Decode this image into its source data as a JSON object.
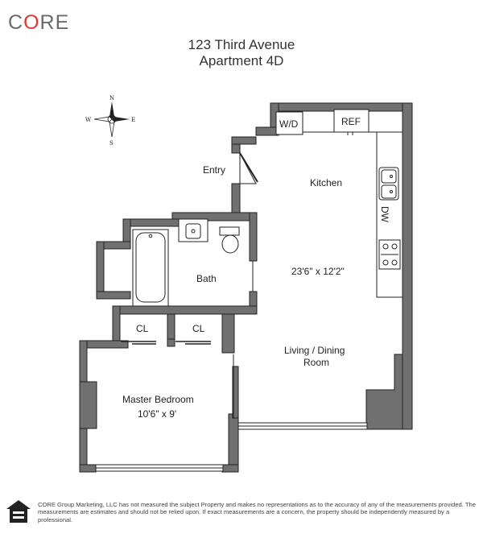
{
  "brand": {
    "logo_left": "C",
    "logo_o": "O",
    "logo_right": "RE"
  },
  "header": {
    "address": "123 Third Avenue",
    "unit": "Apartment 4D"
  },
  "compass": {
    "north": "N",
    "south": "S",
    "east": "E",
    "west": "W"
  },
  "rooms": {
    "washer_dryer": "W/D",
    "refrigerator": "REF",
    "entry": "Entry",
    "kitchen": "Kitchen",
    "dishwasher": "DW",
    "living_dimensions": "23'6\" x 12'2\"",
    "bath": "Bath",
    "closet_1": "CL",
    "closet_2": "CL",
    "living_line1": "Living / Dining",
    "living_line2": "Room",
    "bedroom": "Master Bedroom",
    "bedroom_dimensions": "10'6\" x 9'"
  },
  "footer": {
    "disclaimer": "CORE Group Marketing, LLC has not measured the subject Property and makes no representations as to the accuracy of any of the measurements provided. The measurements are estimates and should not be relied upon. If exact measurements are a concern, the property should be independently measured by a professional.",
    "equal_housing_icon": "equal-housing-icon"
  },
  "colors": {
    "wall": "#707070",
    "wall_outline": "#222222",
    "logo_gray": "#6b6b6b",
    "logo_accent": "#e03a2f"
  }
}
